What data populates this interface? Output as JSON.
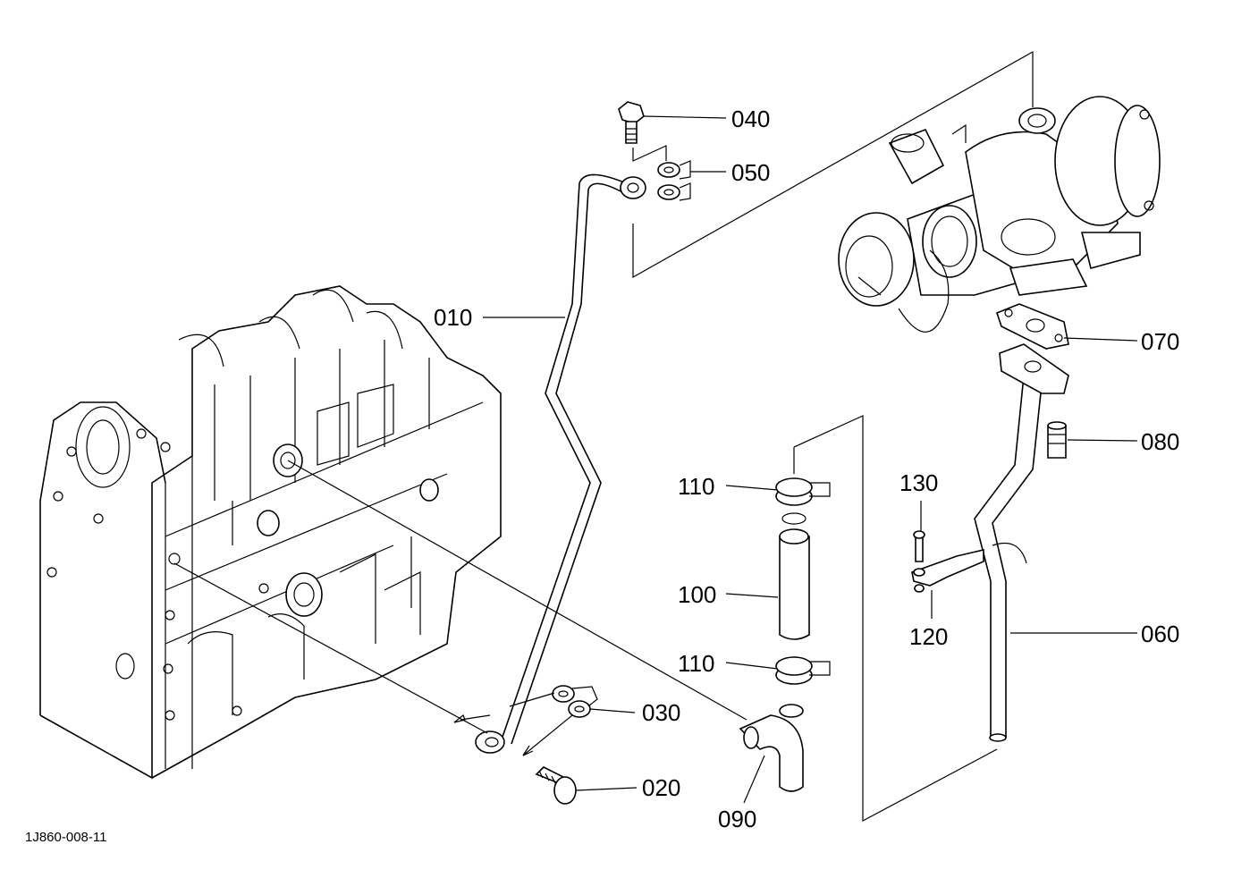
{
  "drawing_code": "1J860-008-11",
  "parts": [
    {
      "number": "010"
    },
    {
      "number": "020"
    },
    {
      "number": "030"
    },
    {
      "number": "040"
    },
    {
      "number": "050"
    },
    {
      "number": "060"
    },
    {
      "number": "070"
    },
    {
      "number": "080"
    },
    {
      "number": "090"
    },
    {
      "number": "100"
    },
    {
      "number": "110"
    },
    {
      "number": "110"
    },
    {
      "number": "120"
    },
    {
      "number": "130"
    }
  ]
}
